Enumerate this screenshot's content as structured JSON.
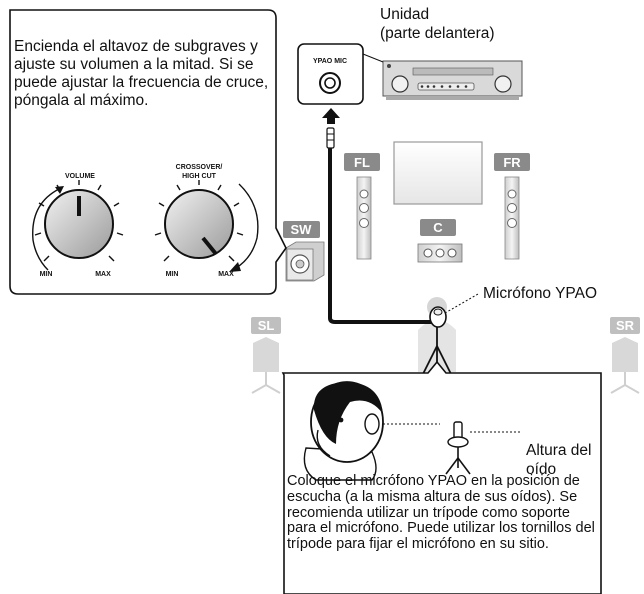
{
  "callout": {
    "text": "Encienda el altavoz de subgraves y ajuste su volumen a la mitad. Si se puede ajustar la frecuencia de cruce, póngala al máximo."
  },
  "knobs": {
    "volume": {
      "title": "VOLUME",
      "min": "MIN",
      "max": "MAX"
    },
    "crossover": {
      "title_line1": "CROSSOVER/",
      "title_line2": "HIGH CUT",
      "min": "MIN",
      "max": "MAX"
    }
  },
  "unit": {
    "title": "Unidad",
    "subtitle": "(parte delantera)",
    "jack_label": "YPAO MIC"
  },
  "speakers": {
    "fl": "FL",
    "fr": "FR",
    "c": "C",
    "sw": "SW",
    "sl": "SL",
    "sr": "SR"
  },
  "mic_label": "Micrófono YPAO",
  "ear_label": "Altura del oído",
  "instruction": "Coloque el micrófono YPAO en la posición de escucha (a la misma altura de sus oídos). Se recomienda utilizar un trípode como soporte para el micrófono. Puede utilizar los tornillos del trípode para fijar el micrófono en su sitio.",
  "colors": {
    "badge": "#8a8a8a",
    "badge_light": "#bfbfbf",
    "cable": "#111111",
    "ghost": "#c8c8c8"
  }
}
